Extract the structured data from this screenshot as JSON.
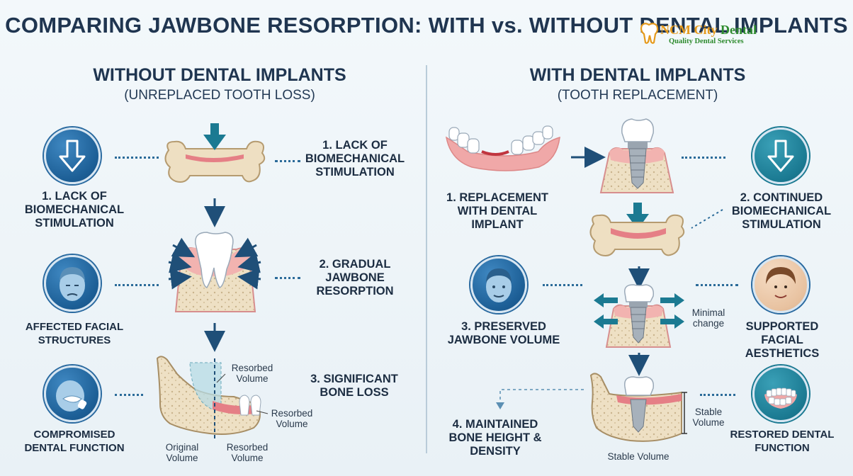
{
  "header": {
    "title": "COMPARING JAWBONE RESORPTION: WITH vs. WITHOUT DENTAL IMPLANTS"
  },
  "logo": {
    "name_part1": "NCM",
    "name_part2": "City",
    "name_part3": "Dental",
    "tagline": "Quality Dental Services"
  },
  "left": {
    "title": "WITHOUT DENTAL IMPLANTS",
    "subtitle": "(UNREPLACED TOOTH LOSS)",
    "icon_label_1": "1. LACK OF BIOMECHANICAL STIMULATION",
    "icon_label_2": "AFFECTED FACIAL STRUCTURES",
    "icon_label_3": "COMPROMISED DENTAL FUNCTION",
    "step_1": "1. LACK OF BIOMECHANICAL STIMULATION",
    "step_2": "2. GRADUAL JAWBONE RESORPTION",
    "step_3": "3. SIGNIFICANT BONE LOSS",
    "annot_resorbed_top": "Resorbed Volume",
    "annot_resorbed_right": "Resorbed Volume",
    "annot_original": "Original Volume",
    "annot_resorbed_bottom": "Resorbed Volume"
  },
  "right": {
    "title": "WITH DENTAL IMPLANTS",
    "subtitle": "(TOOTH REPLACEMENT)",
    "step_1": "1. REPLACEMENT WITH DENTAL IMPLANT",
    "icon_label_2": "2. CONTINUED BIOMECHANICAL STIMULATION",
    "step_3": "3. PRESERVED JAWBONE VOLUME",
    "icon_label_4": "SUPPORTED FACIAL AESTHETICS",
    "step_4": "4. MAINTAINED BONE HEIGHT & DENSITY",
    "icon_label_5": "RESTORED DENTAL FUNCTION",
    "annot_minimal": "Minimal change",
    "annot_stable_side": "Stable Volume",
    "annot_stable_bottom": "Stable Volume"
  },
  "colors": {
    "navy": "#1f3550",
    "accent_blue": "#1c5e95",
    "teal": "#1b7a92",
    "bone": "#eee0c4",
    "gum": "#f2b3b0"
  }
}
